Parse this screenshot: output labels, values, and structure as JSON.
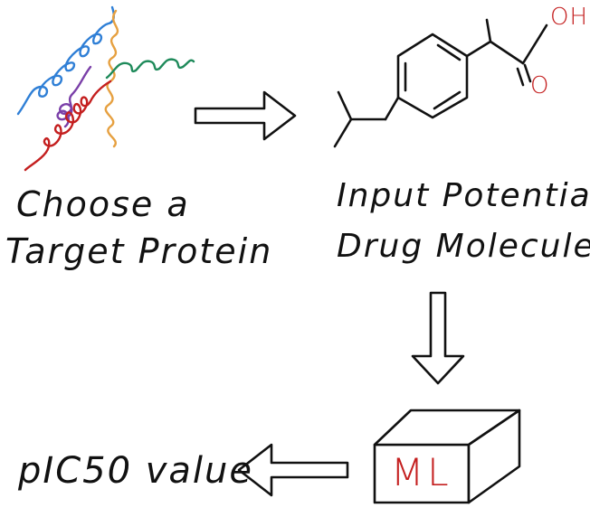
{
  "steps": {
    "protein": {
      "line1": "Choose a",
      "line2": "Target Protein"
    },
    "drug": {
      "line1": "Input Potential",
      "line2": "Drug Molecule"
    },
    "model": {
      "label": "ML"
    },
    "output": {
      "label": "pIC50 value"
    }
  },
  "molecule": {
    "hydroxyl": "OH",
    "carbonyl": "O"
  },
  "colors": {
    "ink": "#111111",
    "accent_red": "#c41f1f",
    "strand_blue": "#2f7fd6",
    "strand_orange": "#e6a040",
    "strand_green": "#1e8a5a",
    "strand_purple": "#7a3fa8",
    "strand_red": "#c41f1f"
  }
}
